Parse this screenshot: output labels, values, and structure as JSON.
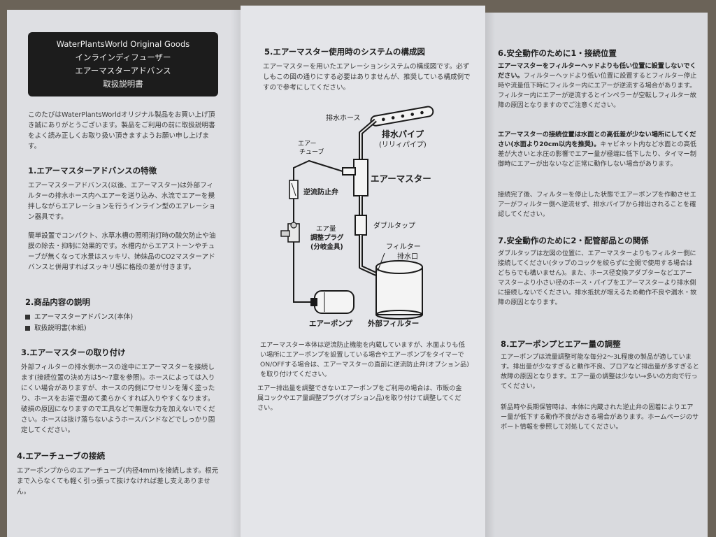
{
  "panel1": {
    "title_lines": [
      "WaterPlantsWorld Original Goods",
      "インラインディフューザー",
      "エアーマスターアドバンス",
      "取扱説明書"
    ],
    "intro": "このたびはWaterPlantsWorldオリジナル製品をお買い上げ頂き誠にありがとうございます。製品をご利用の前に取扱説明書をよく読み正しくお取り扱い頂きますようお願い申し上げます。",
    "s1_heading": "1.エアーマスターアドバンスの特徴",
    "s1_p1": "エアーマスターアドバンス(以後、エアーマスター)は外部フィルターの排水ホース内へエアーを送り込み、水流でエアーを攪拌しながらエアレーションを行うインライン型のエアレーション器具です。",
    "s1_p2": "簡単設置でコンパクト、水草水槽の照明消灯時の酸欠防止や油膜の除去・抑制に効果的です。水槽内からエアストーンやチューブが無くなって水景はスッキリ、姉妹品のCO2マスターアドバンスと併用すればスッキリ感に格段の差が付きます。",
    "s2_heading": "2.商品内容の説明",
    "s2_items": [
      "エアーマスターアドバンス(本体)",
      "取扱説明書(本紙)"
    ],
    "s3_heading": "3.エアーマスターの取り付け",
    "s3_p": "外部フィルターの排水側ホースの途中にエアーマスターを接続します(接続位置の決め方は5〜7章を参照)。ホースによっては入りにくい場合がありますが、ホースの内側にワセリンを薄く塗ったり、ホースをお湯で温めて柔らかくすれば入りやすくなります。破損の原因になりますので工具などで無理な力を加えないでください。ホースは抜け落ちないようホースバンドなどでしっかり固定してください。",
    "s4_heading": "4.エアーチューブの接続",
    "s4_p": "エアーポンプからのエアーチューブ(内径4mm)を接続します。根元まで入らなくても軽く引っ張って抜けなければ差し支えありません。"
  },
  "panel2": {
    "s5_heading": "5.エアーマスター使用時のシステムの構成図",
    "s5_intro": "エアーマスターを用いたエアレーションシステムの構成図です。必ずしもこの図の通りにする必要はありませんが、推奨している構成例ですので参考にしてください。",
    "diagram": {
      "drain_hose": "排水ホース",
      "drain_pipe": "排水パイプ",
      "drain_pipe_sub": "(リリィパイプ)",
      "air_tube_1": "エアー",
      "air_tube_2": "チューブ",
      "air_master": "エアーマスター",
      "check_valve": "逆流防止弁",
      "plug_1": "エア量",
      "plug_2": "調整プラグ",
      "plug_3": "(分岐金具)",
      "double_tap": "ダブルタップ",
      "filter_outlet_1": "フィルター",
      "filter_outlet_2": "排水口",
      "air_pump": "エアーポンプ",
      "external_filter": "外部フィルター"
    },
    "note1": "エアーマスター本体は逆流防止機能を内蔵していますが、水面よりも低い場所にエアーポンプを設置している場合やエアーポンプをタイマーでON/OFFする場合は、エアーマスターの直前に逆流防止弁(オプション品)を取り付けてください。",
    "note2": "エアー排出量を調整できないエアーポンプをご利用の場合は、市販の金属コックやエア量調整プラグ(オプション品)を取り付けて調整してください。"
  },
  "panel3": {
    "s6_heading": "6.安全動作のために1・接続位置",
    "s6_p1_bold": "エアーマスターをフィルターヘッドよりも低い位置に設置しないでください。",
    "s6_p1": "フィルターヘッドより低い位置に設置するとフィルター停止時や流量低下時にフィルター内にエアーが逆流する場合があります。フィルター内にエアーが逆流するとインペラーが空転しフィルター故障の原因となりますのでご注意ください。",
    "s6_p2_bold": "エアーマスターの接続位置は水面との高低差が少ない場所にしてください(水面より20cm以内を推奨)。",
    "s6_p2": "キャビネット内など水面との高低差が大きいと水圧の影響でエアー量が極端に低下したり、タイマー制御時にエアーが出ないなど正常に動作しない場合があります。",
    "s6_p3": "接続完了後、フィルターを停止した状態でエアーポンプを作動させエアーがフィルター側へ逆流せず、排水パイプから排出されることを確認してください。",
    "s7_heading": "7.安全動作のために2・配管部品との関係",
    "s7_p": "ダブルタップは左図の位置に、エアーマスターよりもフィルター側に接続してください(タップのコックを絞らずに全開で使用する場合はどちらでも構いません)。また、ホース径変換アダプターなどエアーマスターより小さい径のホース・パイプをエアーマスターより排水側に接続しないでください。排水抵抗が増えるため動作不良や漏水・故障の原因となります。",
    "s8_heading": "8.エアーポンプとエアー量の調整",
    "s8_p1": "エアーポンプは流量調整可能な毎分2〜3L程度の製品が適しています。排出量が少なすぎると動作不良、ブロアなど排出量が多すぎると故障の原因となります。エアー量の調整は少ない→多いの方向で行ってください。",
    "s8_p2": "新品時や長期保管時は、本体に内蔵された逆止弁の固着によりエアー量が低下する動作不良がおきる場合があります。ホームページのサポート情報を参照して対処してください。"
  }
}
